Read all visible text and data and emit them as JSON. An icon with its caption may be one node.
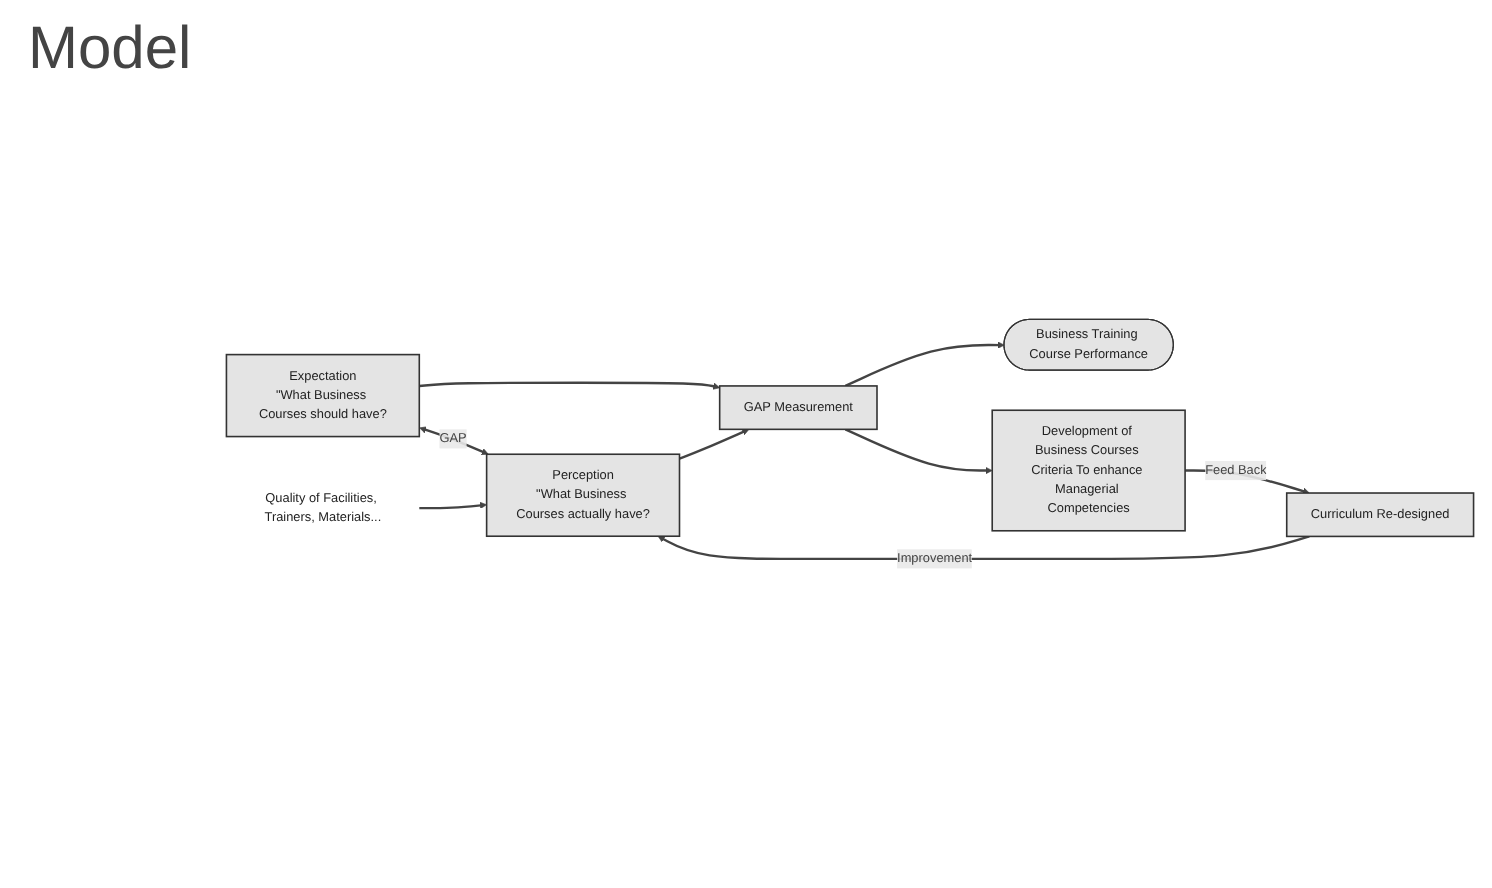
{
  "diagram": {
    "title": "Model",
    "nodes": [
      {
        "text": [
          "Expectation",
          "\"What Business Courses should have?"
        ]
      },
      {
        "text": [
          "Perception",
          "\"What Business Courses actually have?"
        ]
      },
      {
        "text": [
          "GAP Measurement"
        ]
      },
      {
        "text": [
          "Business Training Course Performance"
        ]
      },
      {
        "text": [
          "Development of Business Courses Criteria To enhance Managerial Competencies"
        ]
      },
      {
        "text": [
          "Curriculum Re-designed"
        ]
      },
      {
        "text": [
          "Quality of Facilities, Trainers, Materials..."
        ]
      }
    ],
    "edges": [
      {
        "from": 0,
        "to": 1,
        "arrow": "both",
        "label": "GAP"
      },
      {
        "from": 0,
        "to": 2,
        "arrow": "to"
      },
      {
        "from": 1,
        "to": 2,
        "arrow": "to"
      },
      {
        "from": 2,
        "to": 3,
        "arrow": "to"
      },
      {
        "from": 2,
        "to": 4,
        "arrow": "to"
      },
      {
        "from": 4,
        "to": 5,
        "arrow": "to",
        "label": "Feed Back"
      },
      {
        "from": 5,
        "to": 1,
        "arrow": "to",
        "label": "Improvement"
      },
      {
        "from": 6,
        "to": 1,
        "arrow": "to"
      }
    ]
  }
}
